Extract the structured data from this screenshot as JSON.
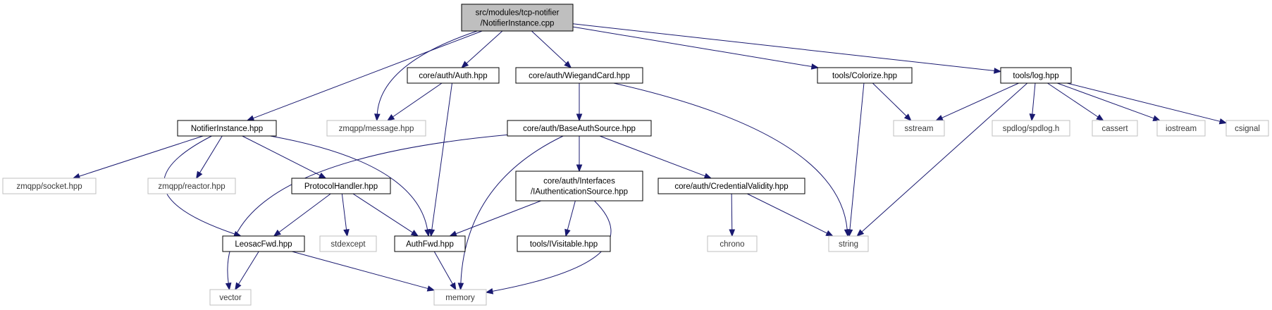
{
  "nodes": {
    "main": {
      "lines": [
        "src/modules/tcp-notifier",
        "/NotifierInstance.cpp"
      ],
      "kind": "main"
    },
    "auth": {
      "lines": [
        "core/auth/Auth.hpp"
      ],
      "kind": "local"
    },
    "wiegand": {
      "lines": [
        "core/auth/WiegandCard.hpp"
      ],
      "kind": "local"
    },
    "colorize": {
      "lines": [
        "tools/Colorize.hpp"
      ],
      "kind": "local"
    },
    "log": {
      "lines": [
        "tools/log.hpp"
      ],
      "kind": "local"
    },
    "notifier_hpp": {
      "lines": [
        "NotifierInstance.hpp"
      ],
      "kind": "local"
    },
    "zmq_message": {
      "lines": [
        "zmqpp/message.hpp"
      ],
      "kind": "ext"
    },
    "baseauth": {
      "lines": [
        "core/auth/BaseAuthSource.hpp"
      ],
      "kind": "local"
    },
    "sstream": {
      "lines": [
        "sstream"
      ],
      "kind": "ext"
    },
    "spdlog": {
      "lines": [
        "spdlog/spdlog.h"
      ],
      "kind": "ext"
    },
    "cassert": {
      "lines": [
        "cassert"
      ],
      "kind": "ext"
    },
    "iostream": {
      "lines": [
        "iostream"
      ],
      "kind": "ext"
    },
    "csignal": {
      "lines": [
        "csignal"
      ],
      "kind": "ext"
    },
    "zmq_socket": {
      "lines": [
        "zmqpp/socket.hpp"
      ],
      "kind": "ext"
    },
    "zmq_reactor": {
      "lines": [
        "zmqpp/reactor.hpp"
      ],
      "kind": "ext"
    },
    "protocolhandler": {
      "lines": [
        "ProtocolHandler.hpp"
      ],
      "kind": "local"
    },
    "iauthsource": {
      "lines": [
        "core/auth/Interfaces",
        "/IAuthenticationSource.hpp"
      ],
      "kind": "local"
    },
    "credvalidity": {
      "lines": [
        "core/auth/CredentialValidity.hpp"
      ],
      "kind": "local"
    },
    "leosacfwd": {
      "lines": [
        "LeosacFwd.hpp"
      ],
      "kind": "local"
    },
    "stdexcept": {
      "lines": [
        "stdexcept"
      ],
      "kind": "ext"
    },
    "authfwd": {
      "lines": [
        "AuthFwd.hpp"
      ],
      "kind": "local"
    },
    "ivisitable": {
      "lines": [
        "tools/IVisitable.hpp"
      ],
      "kind": "local"
    },
    "chrono": {
      "lines": [
        "chrono"
      ],
      "kind": "ext"
    },
    "string": {
      "lines": [
        "string"
      ],
      "kind": "ext"
    },
    "vector": {
      "lines": [
        "vector"
      ],
      "kind": "ext"
    },
    "memory": {
      "lines": [
        "memory"
      ],
      "kind": "ext"
    }
  },
  "edges": [
    [
      "main",
      "notifier_hpp"
    ],
    [
      "main",
      "zmq_message"
    ],
    [
      "main",
      "auth"
    ],
    [
      "main",
      "wiegand"
    ],
    [
      "main",
      "colorize"
    ],
    [
      "main",
      "log"
    ],
    [
      "auth",
      "zmq_message"
    ],
    [
      "auth",
      "authfwd"
    ],
    [
      "wiegand",
      "baseauth"
    ],
    [
      "wiegand",
      "string"
    ],
    [
      "colorize",
      "sstream"
    ],
    [
      "colorize",
      "string"
    ],
    [
      "log",
      "sstream"
    ],
    [
      "log",
      "spdlog"
    ],
    [
      "log",
      "cassert"
    ],
    [
      "log",
      "iostream"
    ],
    [
      "log",
      "csignal"
    ],
    [
      "log",
      "string"
    ],
    [
      "notifier_hpp",
      "zmq_socket"
    ],
    [
      "notifier_hpp",
      "zmq_reactor"
    ],
    [
      "notifier_hpp",
      "protocolhandler"
    ],
    [
      "notifier_hpp",
      "leosacfwd"
    ],
    [
      "notifier_hpp",
      "authfwd"
    ],
    [
      "baseauth",
      "vector"
    ],
    [
      "baseauth",
      "memory"
    ],
    [
      "baseauth",
      "iauthsource"
    ],
    [
      "baseauth",
      "credvalidity"
    ],
    [
      "protocolhandler",
      "leosacfwd"
    ],
    [
      "protocolhandler",
      "stdexcept"
    ],
    [
      "protocolhandler",
      "authfwd"
    ],
    [
      "iauthsource",
      "authfwd"
    ],
    [
      "iauthsource",
      "ivisitable"
    ],
    [
      "iauthsource",
      "memory"
    ],
    [
      "credvalidity",
      "chrono"
    ],
    [
      "credvalidity",
      "string"
    ],
    [
      "leosacfwd",
      "vector"
    ],
    [
      "leosacfwd",
      "memory"
    ],
    [
      "authfwd",
      "memory"
    ]
  ]
}
